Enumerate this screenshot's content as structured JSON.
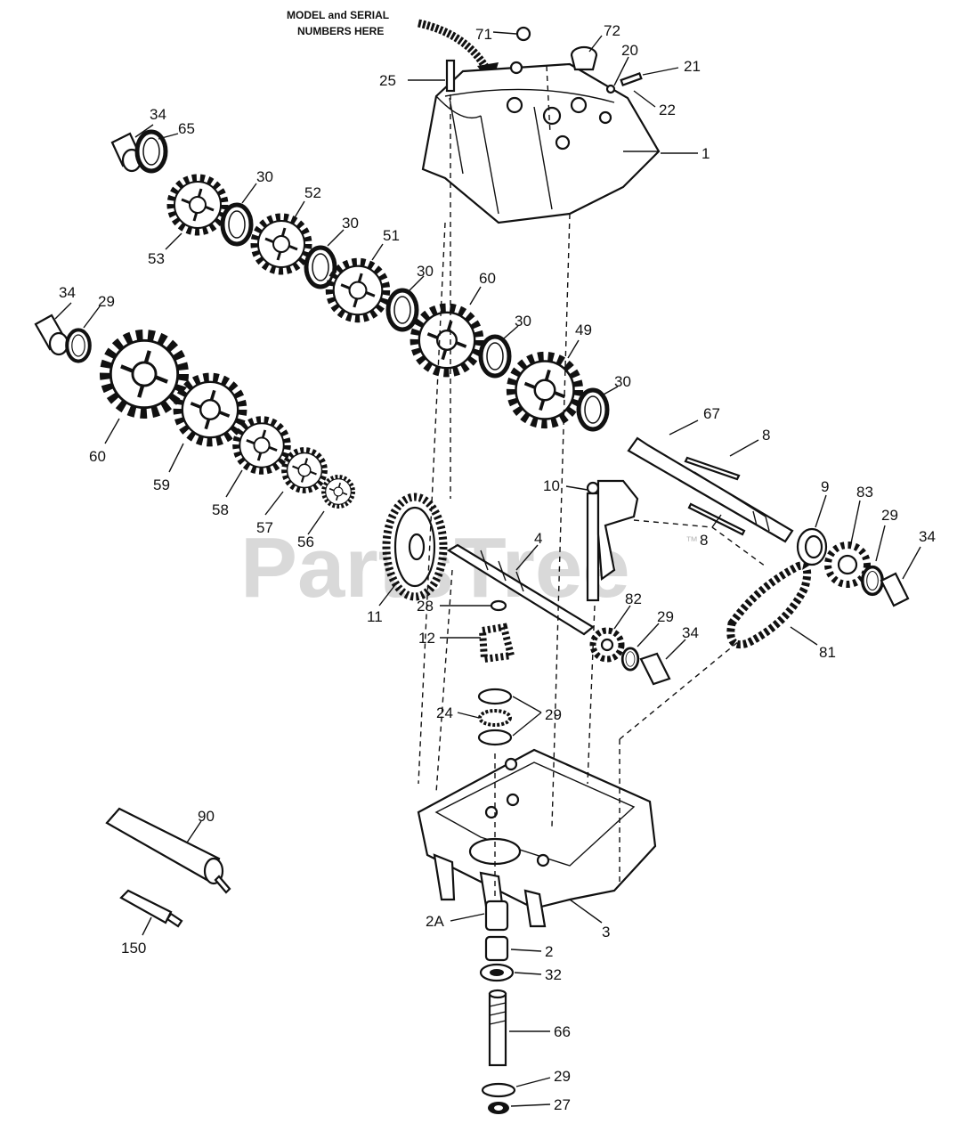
{
  "note": {
    "line1": "MODEL and SERIAL",
    "line2": "NUMBERS HERE"
  },
  "watermark": "PartsTree",
  "trademark": "™",
  "callouts": {
    "c71": "71",
    "c72": "72",
    "c20": "20",
    "c21": "21",
    "c22": "22",
    "c25": "25",
    "c1": "1",
    "c34a": "34",
    "c65": "65",
    "c30a": "30",
    "c52": "52",
    "c53": "53",
    "c30b": "30",
    "c51": "51",
    "c30c": "30",
    "c60a": "60",
    "c30d": "30",
    "c49": "49",
    "c30e": "30",
    "c34b": "34",
    "c29a": "29",
    "c60b": "60",
    "c59": "59",
    "c58": "58",
    "c57": "57",
    "c56": "56",
    "c67": "67",
    "c8a": "8",
    "c8b": "8",
    "c9": "9",
    "c83": "83",
    "c29b": "29",
    "c34c": "34",
    "c10": "10",
    "c4": "4",
    "c11": "11",
    "c28": "28",
    "c12": "12",
    "c82": "82",
    "c29c": "29",
    "c34d": "34",
    "c81": "81",
    "c24": "24",
    "c29d": "29",
    "c90": "90",
    "c150": "150",
    "c2a": "2A",
    "c3": "3",
    "c2": "2",
    "c32": "32",
    "c66": "66",
    "c29e": "29",
    "c27": "27"
  },
  "colors": {
    "ink": "#111111",
    "paper": "#ffffff",
    "watermark": "#d9d9d9"
  }
}
